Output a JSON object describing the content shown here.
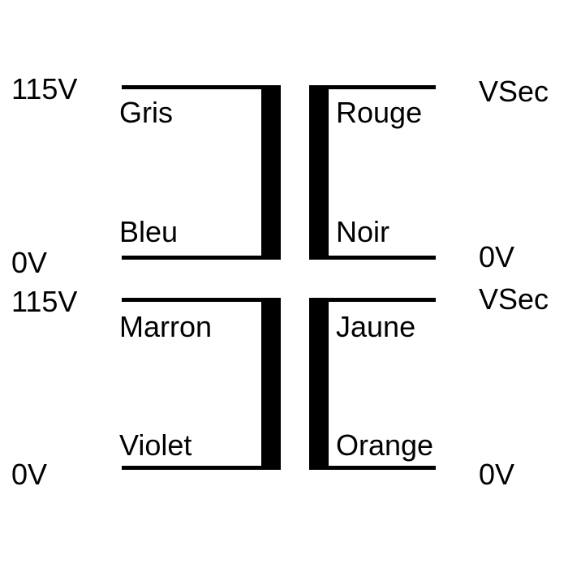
{
  "transformer_1": {
    "primary": {
      "top_voltage": "115V",
      "bottom_voltage": "0V",
      "top_wire": "Gris",
      "bottom_wire": "Bleu"
    },
    "secondary": {
      "top_voltage": "VSec",
      "bottom_voltage": "0V",
      "top_wire": "Rouge",
      "bottom_wire": "Noir"
    }
  },
  "transformer_2": {
    "primary": {
      "top_voltage": "115V",
      "bottom_voltage": "0V",
      "top_wire": "Marron",
      "bottom_wire": "Violet"
    },
    "secondary": {
      "top_voltage": "VSec",
      "bottom_voltage": "0V",
      "top_wire": "Jaune",
      "bottom_wire": "Orange"
    }
  },
  "colors": {
    "line": "#000000",
    "background": "#ffffff"
  }
}
